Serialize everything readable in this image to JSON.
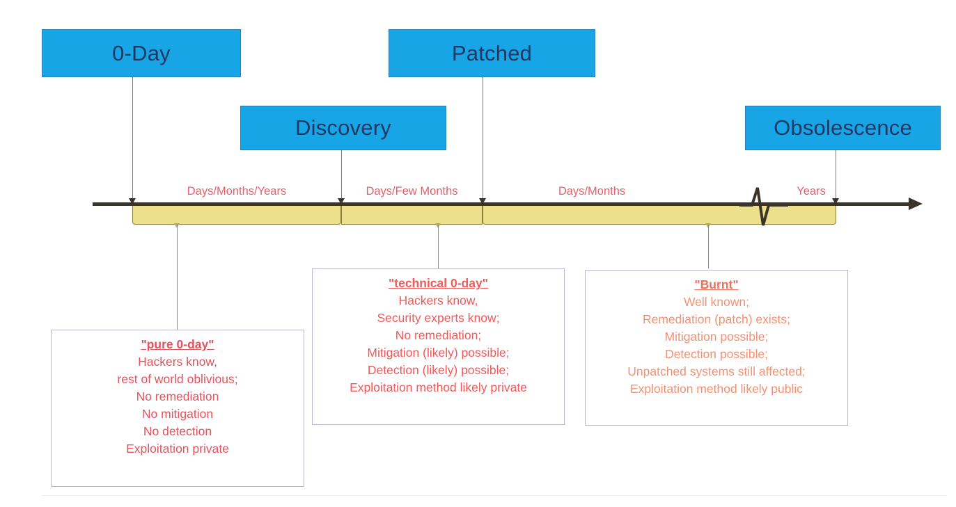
{
  "diagram": {
    "title": "Vulnerability lifecycle timeline",
    "colors": {
      "milestone_fill": "#17A5E6",
      "milestone_text": "#1F3864",
      "band_fill": "#EDE08C",
      "axis": "#3A3428",
      "interval_text": "#E8606A",
      "callout_red": "#E0555F",
      "callout_orange": "#F59070"
    }
  },
  "milestones": [
    {
      "id": "zeroday",
      "label": "0-Day"
    },
    {
      "id": "discovery",
      "label": "Discovery"
    },
    {
      "id": "patched",
      "label": "Patched"
    },
    {
      "id": "obsolescence",
      "label": "Obsolescence"
    }
  ],
  "intervals": [
    {
      "id": "interval-1",
      "label": "Days/Months/Years"
    },
    {
      "id": "interval-2",
      "label": "Days/Few Months"
    },
    {
      "id": "interval-3",
      "label": "Days/Months"
    },
    {
      "id": "interval-4",
      "label": "Years"
    }
  ],
  "callouts": [
    {
      "id": "pure-0-day",
      "title": "\"pure 0-day\"",
      "lines": [
        "Hackers know,",
        "rest of world oblivious;",
        "No remediation",
        "No mitigation",
        "No detection",
        "Exploitation private"
      ]
    },
    {
      "id": "technical-0-day",
      "title": "\"technical 0-day\"",
      "lines": [
        "Hackers know,",
        "Security experts know;",
        "No remediation;",
        "Mitigation (likely) possible;",
        "Detection (likely) possible;",
        "Exploitation method likely private"
      ]
    },
    {
      "id": "burnt",
      "title": "\"Burnt\"",
      "lines": [
        "Well known;",
        "Remediation (patch) exists;",
        "Mitigation possible;",
        "Detection possible;",
        "Unpatched systems still affected;",
        "Exploitation method likely public"
      ]
    }
  ]
}
